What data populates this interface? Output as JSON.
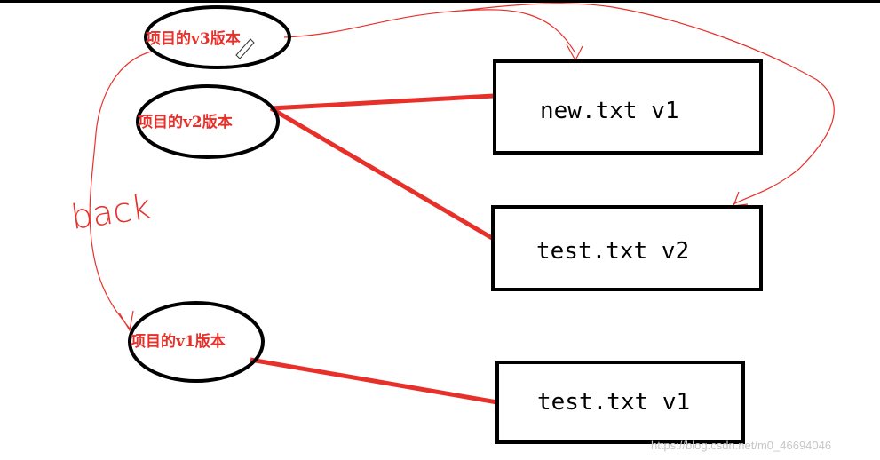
{
  "colors": {
    "red": "#e8302b",
    "black": "#000000",
    "watermark": "#c7c7c7"
  },
  "versions": {
    "v3": "项目的v3版本",
    "v2": "项目的v2版本",
    "v1": "项目的v1版本"
  },
  "files": {
    "new_v1": "new.txt v1",
    "test_v2": "test.txt v2",
    "test_v1": "test.txt v1"
  },
  "annotation": "back",
  "watermark": "https://blog.csdn.net/m0_46694046"
}
